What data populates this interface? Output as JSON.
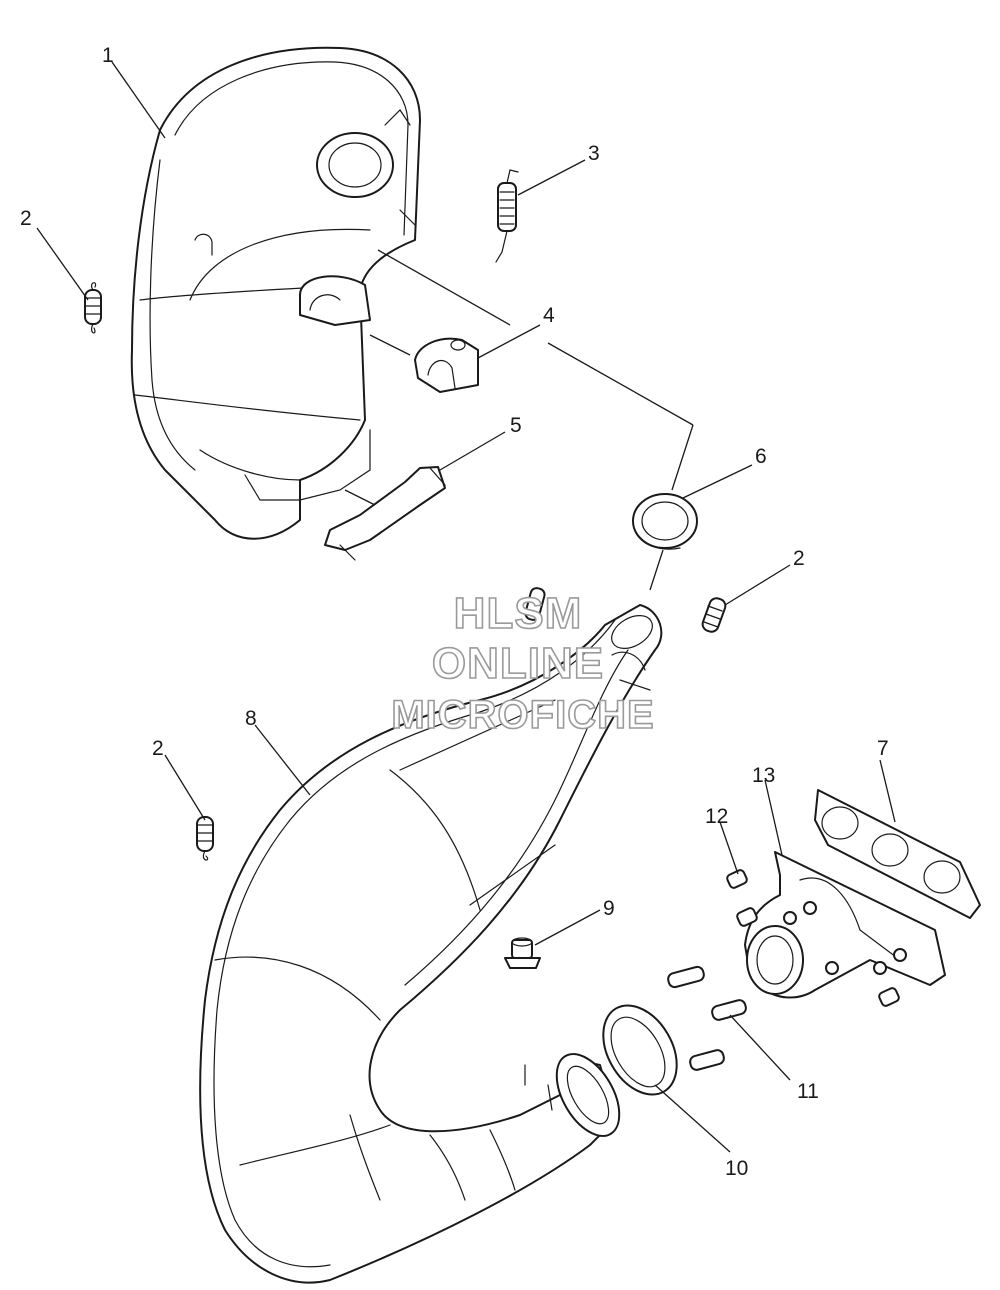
{
  "watermark": {
    "line1": "HLSM",
    "line2": "ONLINE",
    "line3": "MICROFICHE"
  },
  "callouts": {
    "c1": "1",
    "c2a": "2",
    "c2b": "2",
    "c2c": "2",
    "c3": "3",
    "c4": "4",
    "c5": "5",
    "c6": "6",
    "c7": "7",
    "c8": "8",
    "c9": "9",
    "c10": "10",
    "c11": "11",
    "c12": "12",
    "c13": "13"
  },
  "colors": {
    "line": "#1a1a1a",
    "background": "#ffffff",
    "watermark_outline": "#9a9a9a"
  }
}
